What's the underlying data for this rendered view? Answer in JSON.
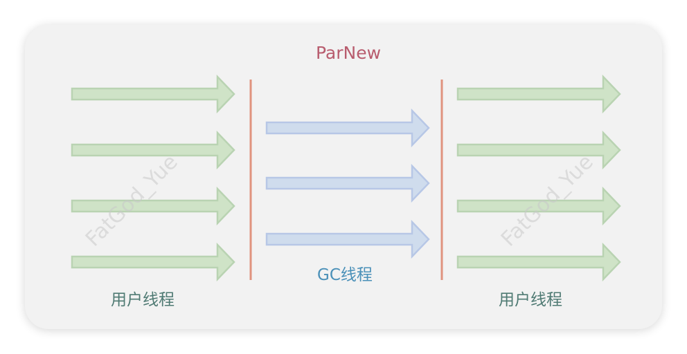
{
  "title": "ParNew",
  "labels": {
    "user_left": "用户线程",
    "gc": "GC线程",
    "user_right": "用户线程"
  },
  "watermarks": [
    "FatGod_Yue",
    "FatGod_Yue"
  ],
  "colors": {
    "card_background": "#f2f2f2",
    "title": "#b85c6e",
    "gc_label": "#4a90b8",
    "user_label": "#4f7a73",
    "user_arrow_fill": "#cfe3c7",
    "user_arrow_stroke": "#b9d3b2",
    "gc_arrow_fill": "#cfdced",
    "gc_arrow_stroke": "#b7c7e6",
    "divider": "#e0937e"
  },
  "groups": [
    {
      "name": "user-threads-left",
      "arrow_count": 4
    },
    {
      "name": "gc-threads",
      "arrow_count": 3
    },
    {
      "name": "user-threads-right",
      "arrow_count": 4
    }
  ]
}
